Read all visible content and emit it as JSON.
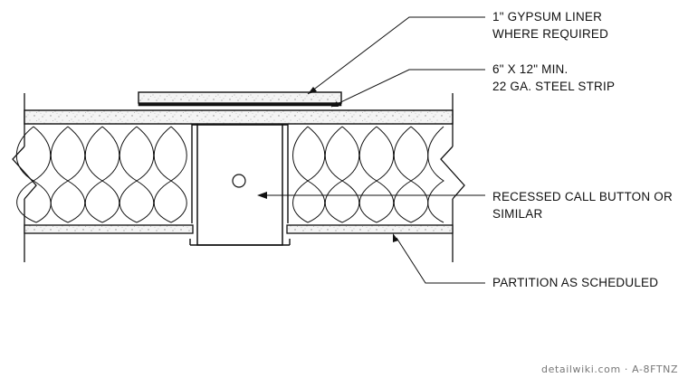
{
  "notes": {
    "gypsum_liner": {
      "line1": "1\" GYPSUM LINER",
      "line2": "WHERE REQUIRED"
    },
    "steel_strip": {
      "line1": "6\" X 12\" MIN.",
      "line2": "22 GA. STEEL STRIP"
    },
    "call_button": {
      "line1": "RECESSED CALL BUTTON OR",
      "line2": "SIMILAR"
    },
    "partition": {
      "line1": "PARTITION AS SCHEDULED"
    }
  },
  "watermark": "detailwiki.com · A-8FTNZ",
  "colors": {
    "line": "#111111",
    "board_fill": "#f3f3f3",
    "speckle": "#9a9a9a",
    "text": "#111111"
  }
}
